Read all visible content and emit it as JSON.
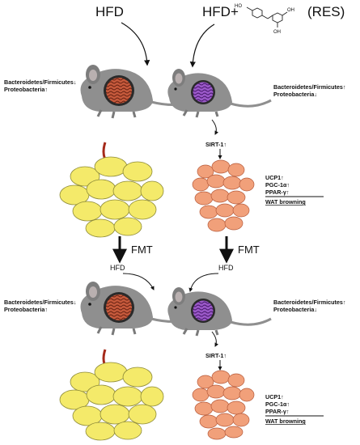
{
  "header": {
    "left_group": "HFD",
    "right_group": "HFD+",
    "compound_abbrev": "(RES)",
    "structure_labels": {
      "oh_left": "HO",
      "oh_top": "OH",
      "oh_bottom": "OH"
    }
  },
  "microbiota": {
    "left_bf": "Bacteroidetes/Firmicutes↓",
    "left_pro": "Proteobacteria↑",
    "right_bf": "Bacteroidetes/Firmicutes↑",
    "right_pro": "Proteobacteria↓"
  },
  "markers": {
    "sirt": "SIRT-1↑",
    "ucp": "UCP1↑",
    "pgc": "PGC-1α↑",
    "ppar": "PPAR-γ↑",
    "browning": "WAT browning"
  },
  "transfer": {
    "fmt_left": "FMT",
    "fmt_right": "FMT",
    "hfd_left": "HFD",
    "hfd_right": "HFD"
  },
  "colors": {
    "mouse": "#8f8f8f",
    "gut_hfd": "#c65a3c",
    "gut_res": "#9b59c9",
    "white_fat": "#f4ea6a",
    "beige_fat": "#f1a07a"
  }
}
